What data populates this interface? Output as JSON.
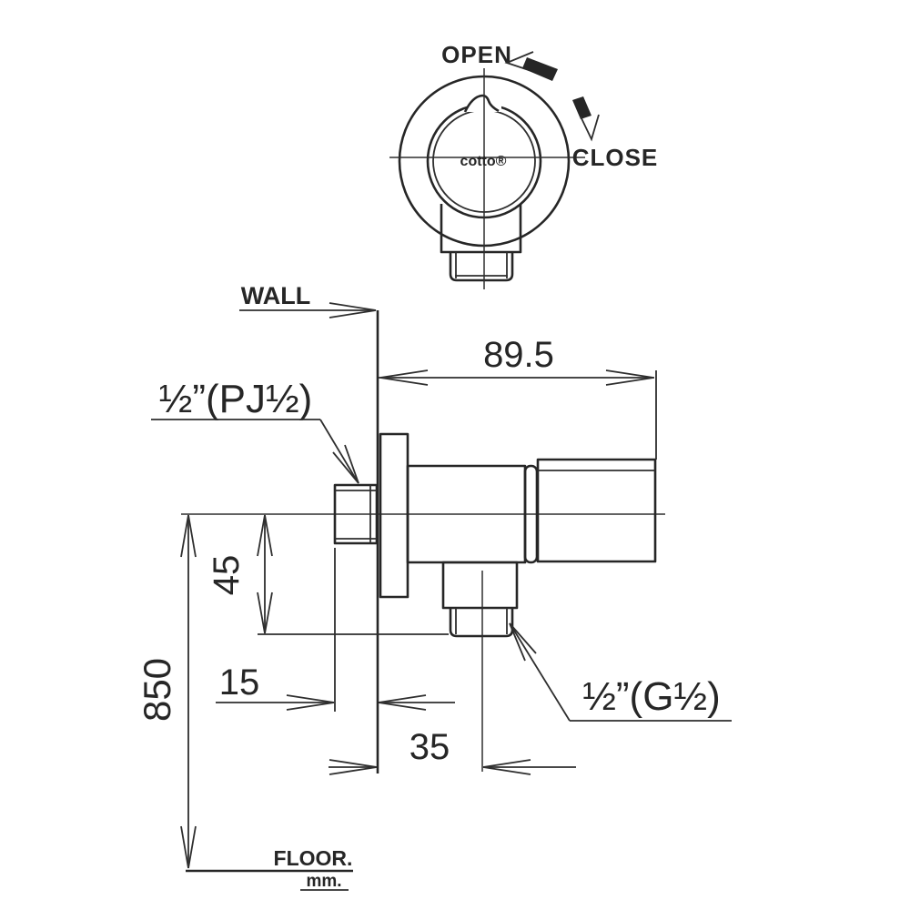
{
  "drawing_type": "technical valve installation drawing",
  "colors": {
    "ink": "#262626",
    "background": "#ffffff"
  },
  "top_view": {
    "open_label": "OPEN",
    "close_label": "CLOSE",
    "brand": "cotto®"
  },
  "side_view": {
    "wall_label": "WALL",
    "floor_label": "FLOOR.",
    "unit_label": "mm.",
    "inlet_thread_label": "½”(PJ½)",
    "outlet_thread_label": "½”(G½)"
  },
  "dimensions": {
    "wall_projection": "89.5",
    "outlet_drop": "45",
    "mounting_height": "850",
    "inlet_protrusion": "15",
    "outlet_offset": "35"
  }
}
